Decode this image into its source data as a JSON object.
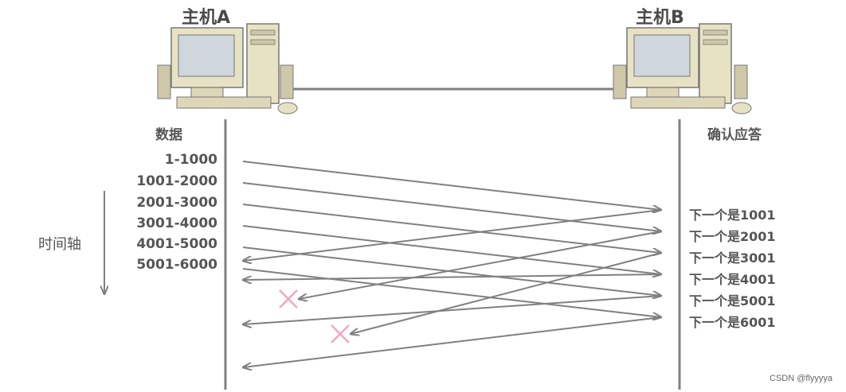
{
  "hosts": {
    "a": "主机A",
    "b": "主机B"
  },
  "labels": {
    "data": "数据",
    "ack": "确认应答",
    "timeline": "时间轴"
  },
  "segments": [
    "1-1000",
    "1001-2000",
    "2001-3000",
    "3001-4000",
    "4001-5000",
    "5001-6000"
  ],
  "acks": [
    "下一个是1001",
    "下一个是2001",
    "下一个是3001",
    "下一个是4001",
    "下一个是5001",
    "下一个是6001"
  ],
  "lost_acks": [
    1,
    2
  ],
  "watermark": "CSDN @flyyyya",
  "colors": {
    "arrow": "#808080",
    "loss": "#f3a6c3",
    "computer": "#e8e2c4",
    "screen": "#cfd6dc"
  }
}
